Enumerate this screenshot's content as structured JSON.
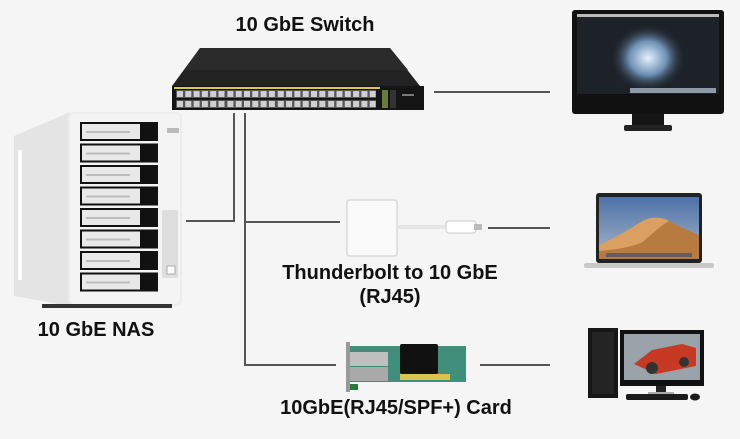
{
  "diagram": {
    "title": "10 GbE network topology",
    "nodes": {
      "switch": {
        "label": "10 GbE Switch"
      },
      "nas": {
        "label": "10 GbE NAS"
      },
      "thunderbolt_adapter": {
        "label_line1": "Thunderbolt to 10 GbE",
        "label_line2": "(RJ45)"
      },
      "nic_card": {
        "label": "10GbE(RJ45/SPF+) Card"
      },
      "imac": {
        "label": ""
      },
      "macbook": {
        "label": ""
      },
      "desktop_pc": {
        "label": ""
      }
    },
    "connections": [
      {
        "from": "switch",
        "to": "imac"
      },
      {
        "from": "switch",
        "to": "nas"
      },
      {
        "from": "switch",
        "to": "thunderbolt_adapter"
      },
      {
        "from": "switch",
        "to": "nic_card"
      },
      {
        "from": "thunderbolt_adapter",
        "to": "macbook"
      },
      {
        "from": "nic_card",
        "to": "desktop_pc"
      }
    ],
    "colors": {
      "background": "#f5f5f5",
      "line": "#555555",
      "switch_body": "#1c1c1c",
      "switch_port_led": "#d8c74a",
      "nas_body": "#e8e8e8",
      "pcb_green": "#3f8f7a"
    }
  }
}
